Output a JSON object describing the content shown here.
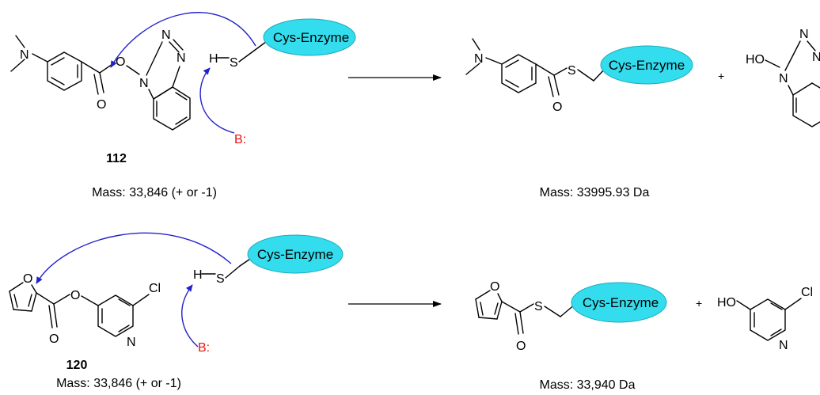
{
  "colors": {
    "enzyme_fill": "#33ddee",
    "enzyme_edge": "#1aaabb",
    "curly_arrow": "#2222cc",
    "base_label": "#ee1111"
  },
  "labels": {
    "enzyme": "Cys-Enzyme",
    "base": "B:",
    "plus": "+",
    "N": "N",
    "O": "O",
    "S": "S",
    "Cl": "Cl",
    "H": "H",
    "HO": "HO"
  },
  "reaction1": {
    "compound_number": "112",
    "reactant_mass": "Mass: 33,846 (+ or -1)",
    "product_mass": "Mass: 33995.93 Da"
  },
  "reaction2": {
    "compound_number": "120",
    "reactant_mass": "Mass: 33,846 (+ or -1)",
    "product_mass": "Mass: 33,940 Da"
  }
}
